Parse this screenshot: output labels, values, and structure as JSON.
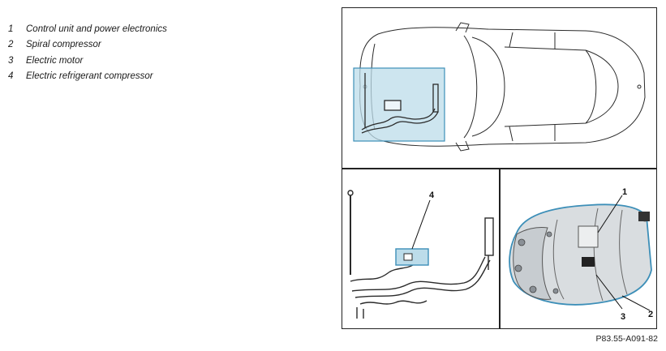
{
  "legend": [
    {
      "num": "1",
      "text": "Control unit and power electronics"
    },
    {
      "num": "2",
      "text": "Spiral compressor"
    },
    {
      "num": "3",
      "text": "Electric motor"
    },
    {
      "num": "4",
      "text": "Electric refrigerant compressor"
    }
  ],
  "callouts": {
    "c1": "1",
    "c2": "2",
    "c3": "3",
    "c4": "4"
  },
  "figure_code": "P83.55-A091-82",
  "colors": {
    "highlight_fill": "#bcdcea",
    "highlight_stroke": "#3d8fb8",
    "line": "#2a2a2a"
  }
}
